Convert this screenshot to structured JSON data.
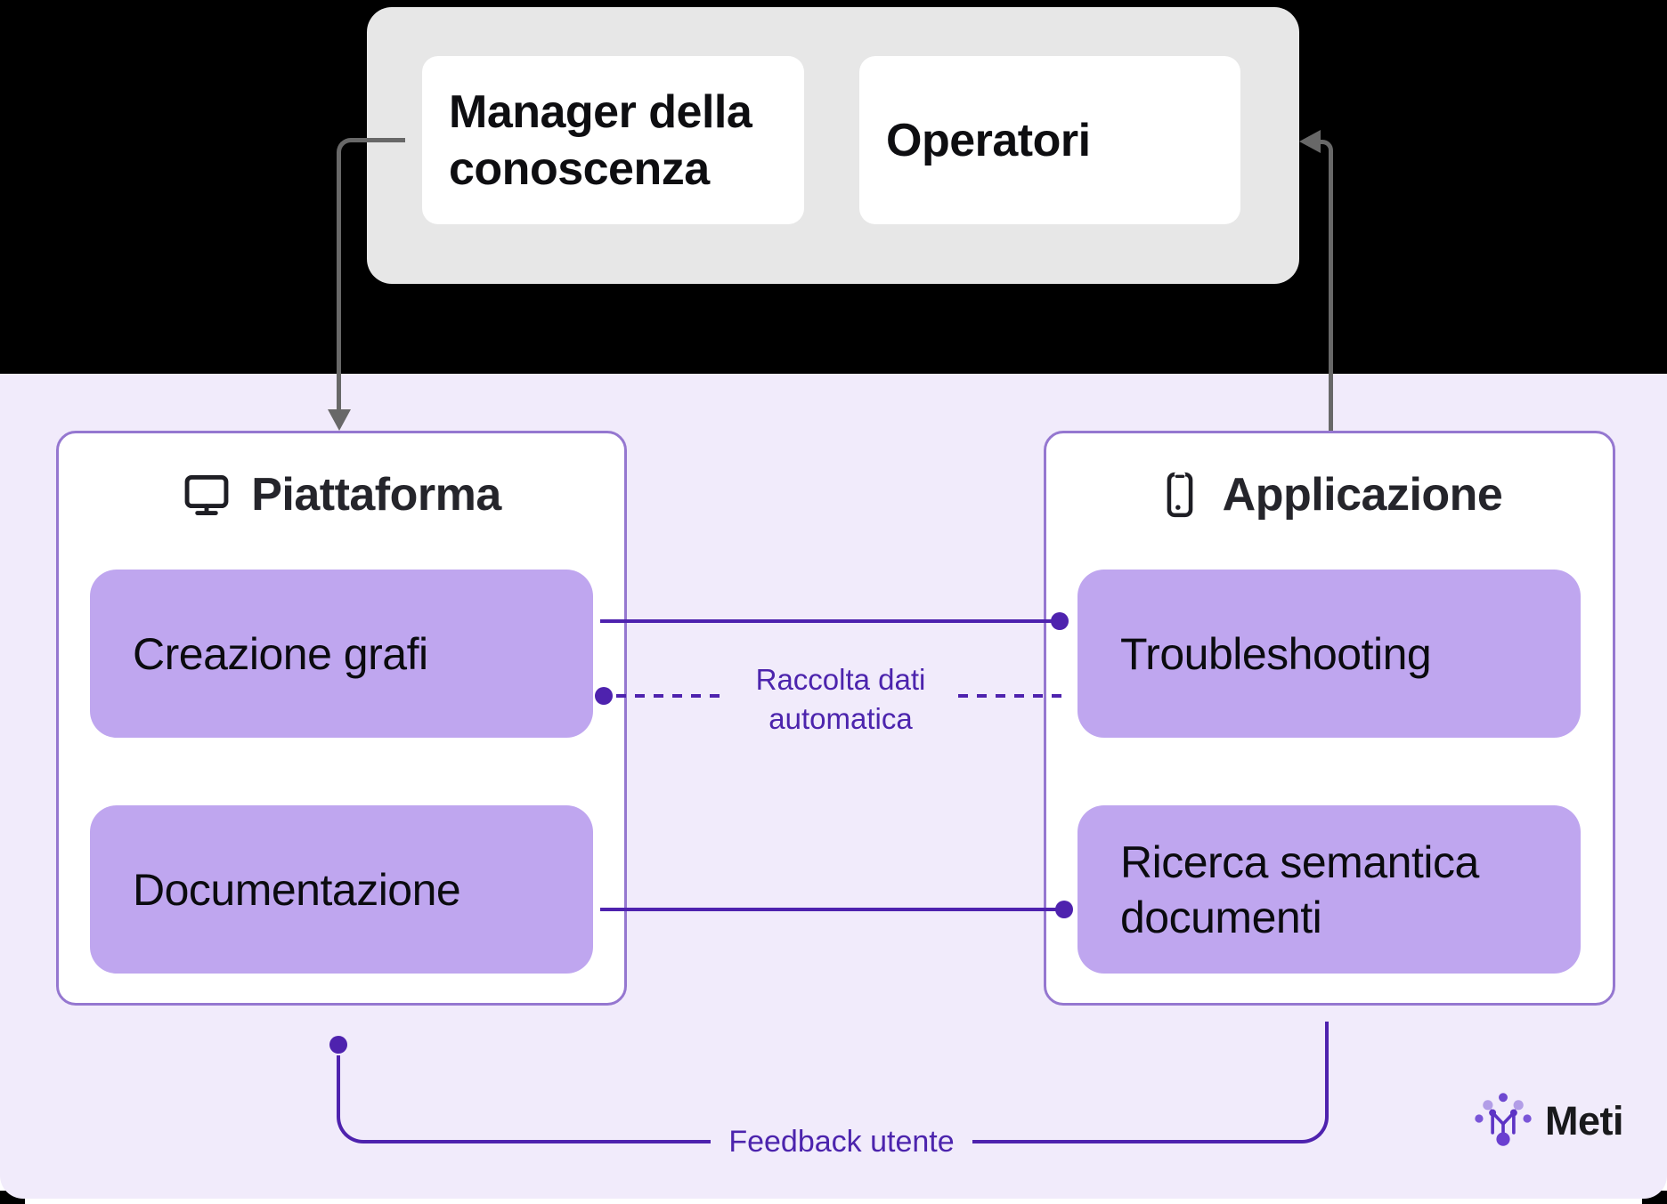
{
  "stakeholders": {
    "knowledge_manager": "Manager della conoscenza",
    "operators": "Operatori"
  },
  "platform": {
    "title": "Piattaforma",
    "icon": "monitor-icon",
    "items": [
      {
        "label": "Creazione grafi"
      },
      {
        "label": "Documentazione"
      }
    ]
  },
  "application": {
    "title": "Applicazione",
    "icon": "smartphone-icon",
    "items": [
      {
        "label": "Troubleshooting"
      },
      {
        "label": "Ricerca semantica documenti"
      }
    ]
  },
  "connectors": {
    "data_collection": "Raccolta dati automatica",
    "feedback": "Feedback utente"
  },
  "logo": {
    "brand": "Meti"
  },
  "colors": {
    "accent_purple": "#4e22ae",
    "pill_purple": "#bfa6ef",
    "border_purple": "#9577d0",
    "panel_lavender": "#f1ebfb",
    "stakeholder_gray": "#e7e7e7",
    "arrow_gray": "#686868",
    "top_background": "#000000"
  }
}
